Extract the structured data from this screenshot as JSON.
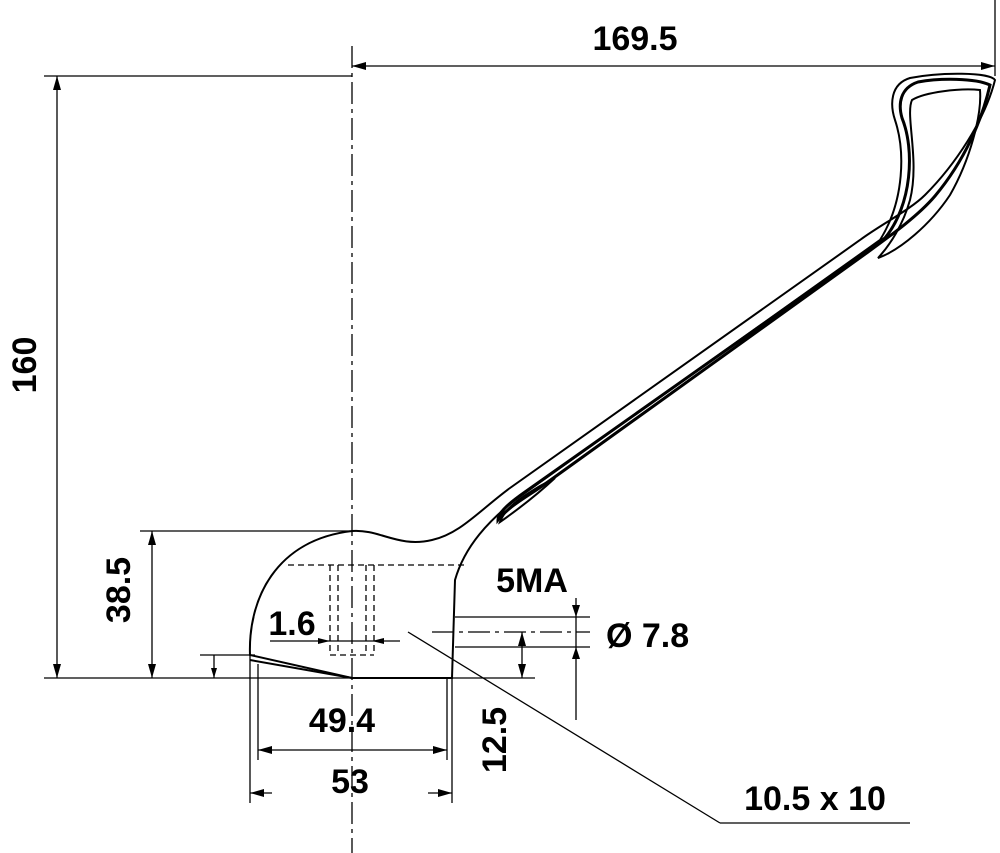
{
  "dimensions": {
    "overall_width": "169.5",
    "overall_height": "160",
    "base_height": "38.5",
    "bore_inset": "1.6",
    "inner_width": "49.4",
    "base_width": "53",
    "hole_height": "12.5",
    "thread": "5MA",
    "hole_diameter": "Ø 7.8",
    "slot_size": "10.5 x 10"
  }
}
